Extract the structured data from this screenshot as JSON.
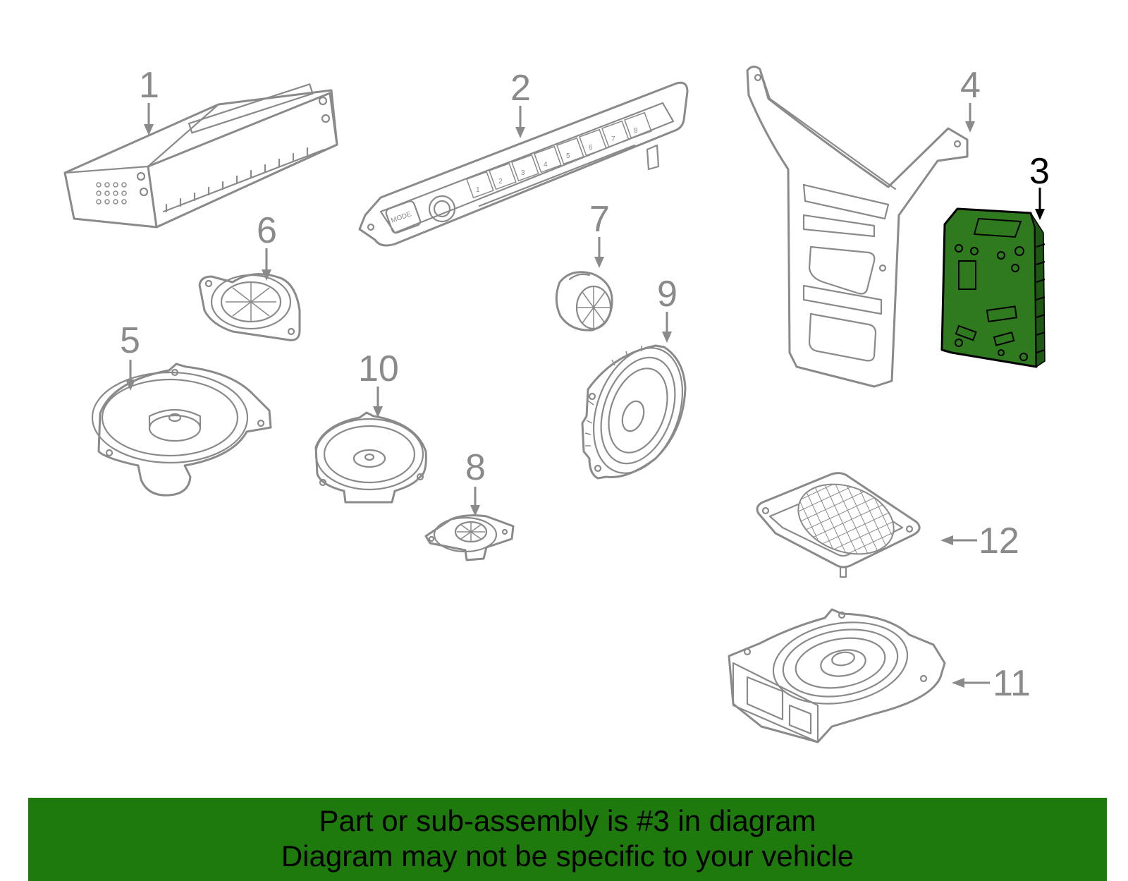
{
  "diagram": {
    "highlight_color": "#2f7a1f",
    "line_color": "#8a8a8a",
    "callouts": [
      {
        "id": "1",
        "label": "1"
      },
      {
        "id": "2",
        "label": "2"
      },
      {
        "id": "3",
        "label": "3",
        "highlighted": true
      },
      {
        "id": "4",
        "label": "4"
      },
      {
        "id": "5",
        "label": "5"
      },
      {
        "id": "6",
        "label": "6"
      },
      {
        "id": "7",
        "label": "7"
      },
      {
        "id": "8",
        "label": "8"
      },
      {
        "id": "9",
        "label": "9"
      },
      {
        "id": "10",
        "label": "10"
      },
      {
        "id": "11",
        "label": "11"
      },
      {
        "id": "12",
        "label": "12"
      }
    ],
    "radio_panel_labels": {
      "mode": "MODE",
      "presets": [
        "1",
        "2",
        "3",
        "4",
        "5",
        "6",
        "7",
        "8"
      ]
    }
  },
  "banner": {
    "color": "#1f7a0e",
    "line1": "Part or sub-assembly is #3 in diagram",
    "line2": "Diagram may not be specific to your vehicle"
  }
}
